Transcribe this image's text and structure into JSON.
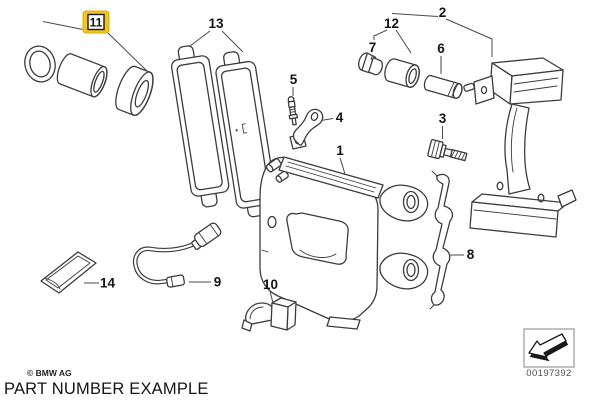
{
  "diagram": {
    "footer": {
      "copyright": "© BMW AG",
      "caption": "PART NUMBER EXAMPLE"
    },
    "part_number_box": {
      "number": "00197392",
      "icon": "arrow-down-left-icon"
    },
    "highlight": {
      "callout": "11",
      "color": "#F2C51A"
    },
    "callouts": [
      {
        "label": "1"
      },
      {
        "label": "2"
      },
      {
        "label": "3"
      },
      {
        "label": "4"
      },
      {
        "label": "5"
      },
      {
        "label": "6"
      },
      {
        "label": "7"
      },
      {
        "label": "8"
      },
      {
        "label": "9"
      },
      {
        "label": "10"
      },
      {
        "label": "11"
      },
      {
        "label": "12"
      },
      {
        "label": "13"
      },
      {
        "label": "14"
      }
    ]
  }
}
